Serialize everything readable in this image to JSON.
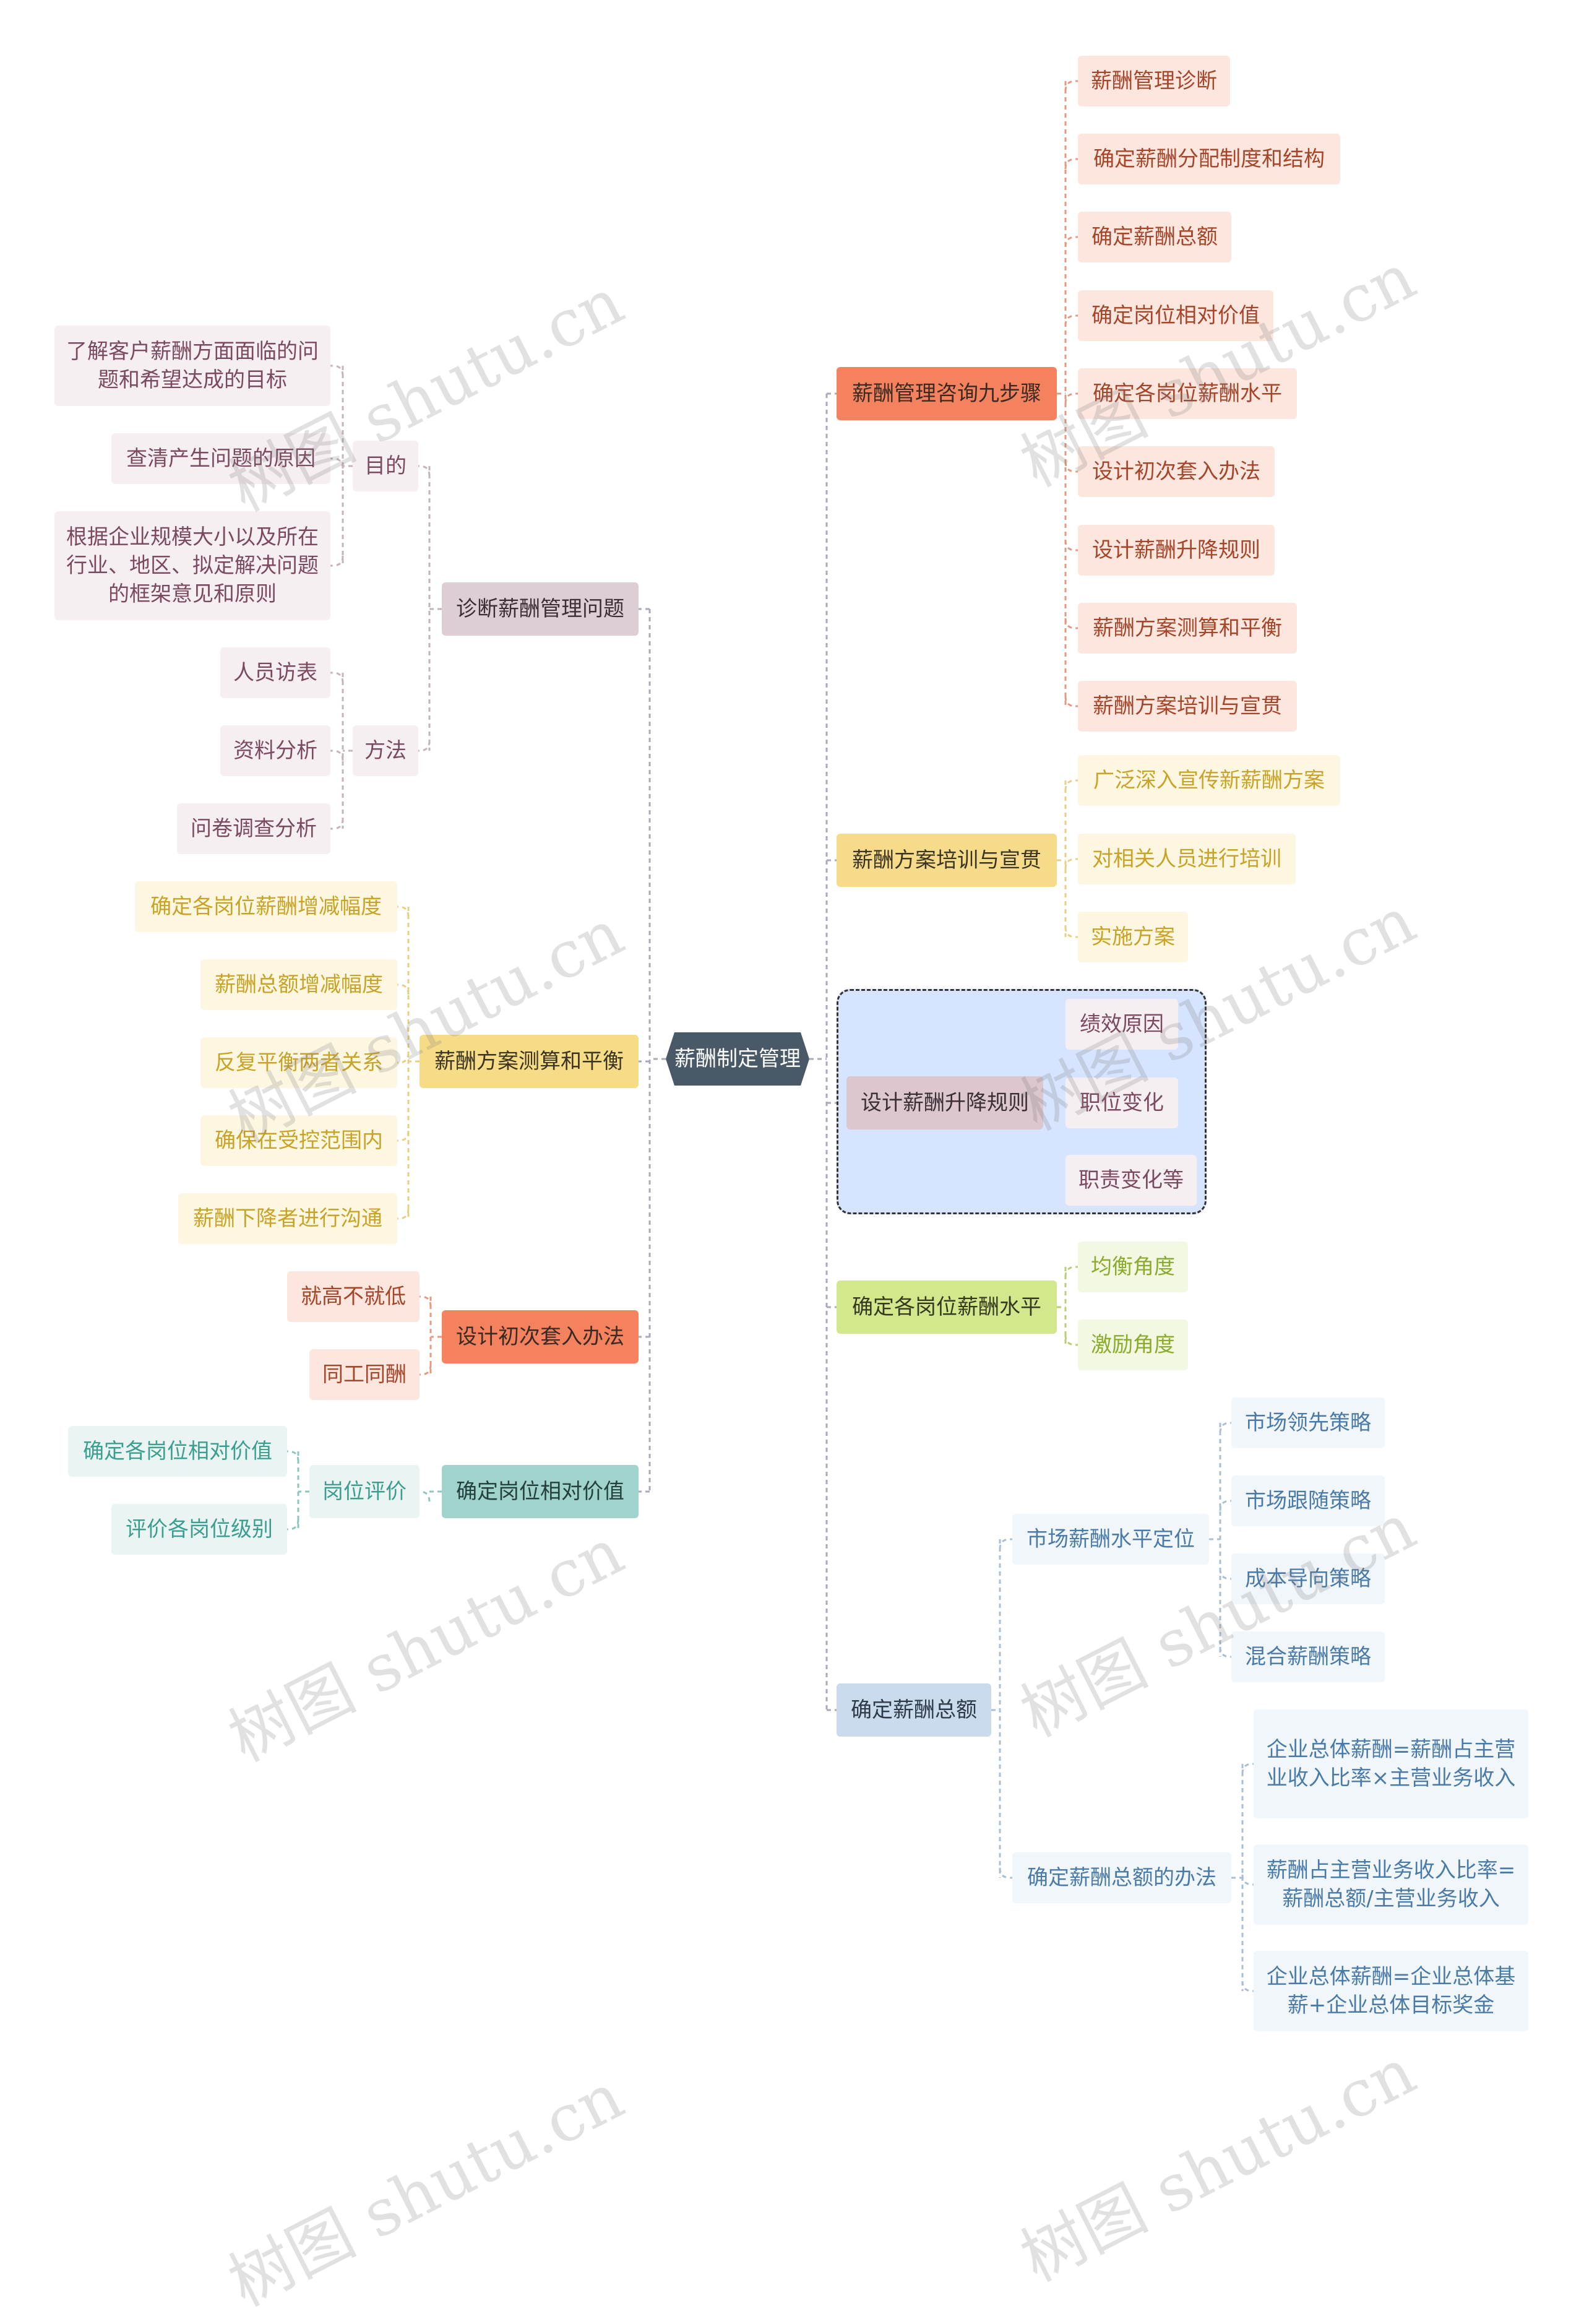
{
  "root": {
    "label": "薪酬制定管理"
  },
  "watermark": "树图 shutu.cn",
  "branches": {
    "nine_steps": {
      "label": "薪酬管理咨询九步骤",
      "items": [
        "薪酬管理诊断",
        "确定薪酬分配制度和结构",
        "确定薪酬总额",
        "确定岗位相对价值",
        "确定各岗位薪酬水平",
        "设计初次套入办法",
        "设计薪酬升降规则",
        "薪酬方案测算和平衡",
        "薪酬方案培训与宣贯"
      ]
    },
    "training": {
      "label": "薪酬方案培训与宣贯",
      "items": [
        "广泛深入宣传新薪酬方案",
        "对相关人员进行培训",
        "实施方案"
      ]
    },
    "adjust_rules": {
      "label": "设计薪酬升降规则",
      "items": [
        "绩效原因",
        "职位变化",
        "职责变化等"
      ]
    },
    "post_level": {
      "label": "确定各岗位薪酬水平",
      "items": [
        "均衡角度",
        "激励角度"
      ]
    },
    "total": {
      "label": "确定薪酬总额",
      "market": {
        "label": "市场薪酬水平定位",
        "items": [
          "市场领先策略",
          "市场跟随策略",
          "成本导向策略",
          "混合薪酬策略"
        ]
      },
      "method": {
        "label": "确定薪酬总额的办法",
        "items": [
          "企业总体薪酬=薪酬占主营业收入比率×主营业务收入",
          "薪酬占主营业务收入比率=薪酬总额/主营业务收入",
          "企业总体薪酬=企业总体基薪+企业总体目标奖金"
        ]
      }
    },
    "diagnose": {
      "label": "诊断薪酬管理问题",
      "purpose": {
        "label": "目的",
        "items": [
          "了解客户薪酬方面面临的问题和希望达成的目标",
          "查清产生问题的原因",
          "根据企业规模大小以及所在行业、地区、拟定解决问题的框架意见和原则"
        ]
      },
      "method": {
        "label": "方法",
        "items": [
          "人员访表",
          "资料分析",
          "问卷调查分析"
        ]
      }
    },
    "measure": {
      "label": "薪酬方案测算和平衡",
      "items": [
        "确定各岗位薪酬增减幅度",
        "薪酬总额增减幅度",
        "反复平衡两者关系",
        "确保在受控范围内",
        "薪酬下降者进行沟通"
      ]
    },
    "initial": {
      "label": "设计初次套入办法",
      "items": [
        "就高不就低",
        "同工同酬"
      ]
    },
    "relative": {
      "label": "确定岗位相对价值",
      "eval": {
        "label": "岗位评价",
        "items": [
          "确定各岗位相对价值",
          "评价各岗位级别"
        ]
      }
    }
  },
  "colors": {
    "root_bg": "#4a5968",
    "nine_steps": "#f4825f",
    "training": "#f6dc8a",
    "adjust_rules": "#dcc7cf",
    "post_level": "#d3e88d",
    "total": "#c9dbed",
    "diagnose": "#ddcdd5",
    "measure": "#f7dc88",
    "initial": "#f4825f",
    "relative": "#9fd3cb"
  }
}
